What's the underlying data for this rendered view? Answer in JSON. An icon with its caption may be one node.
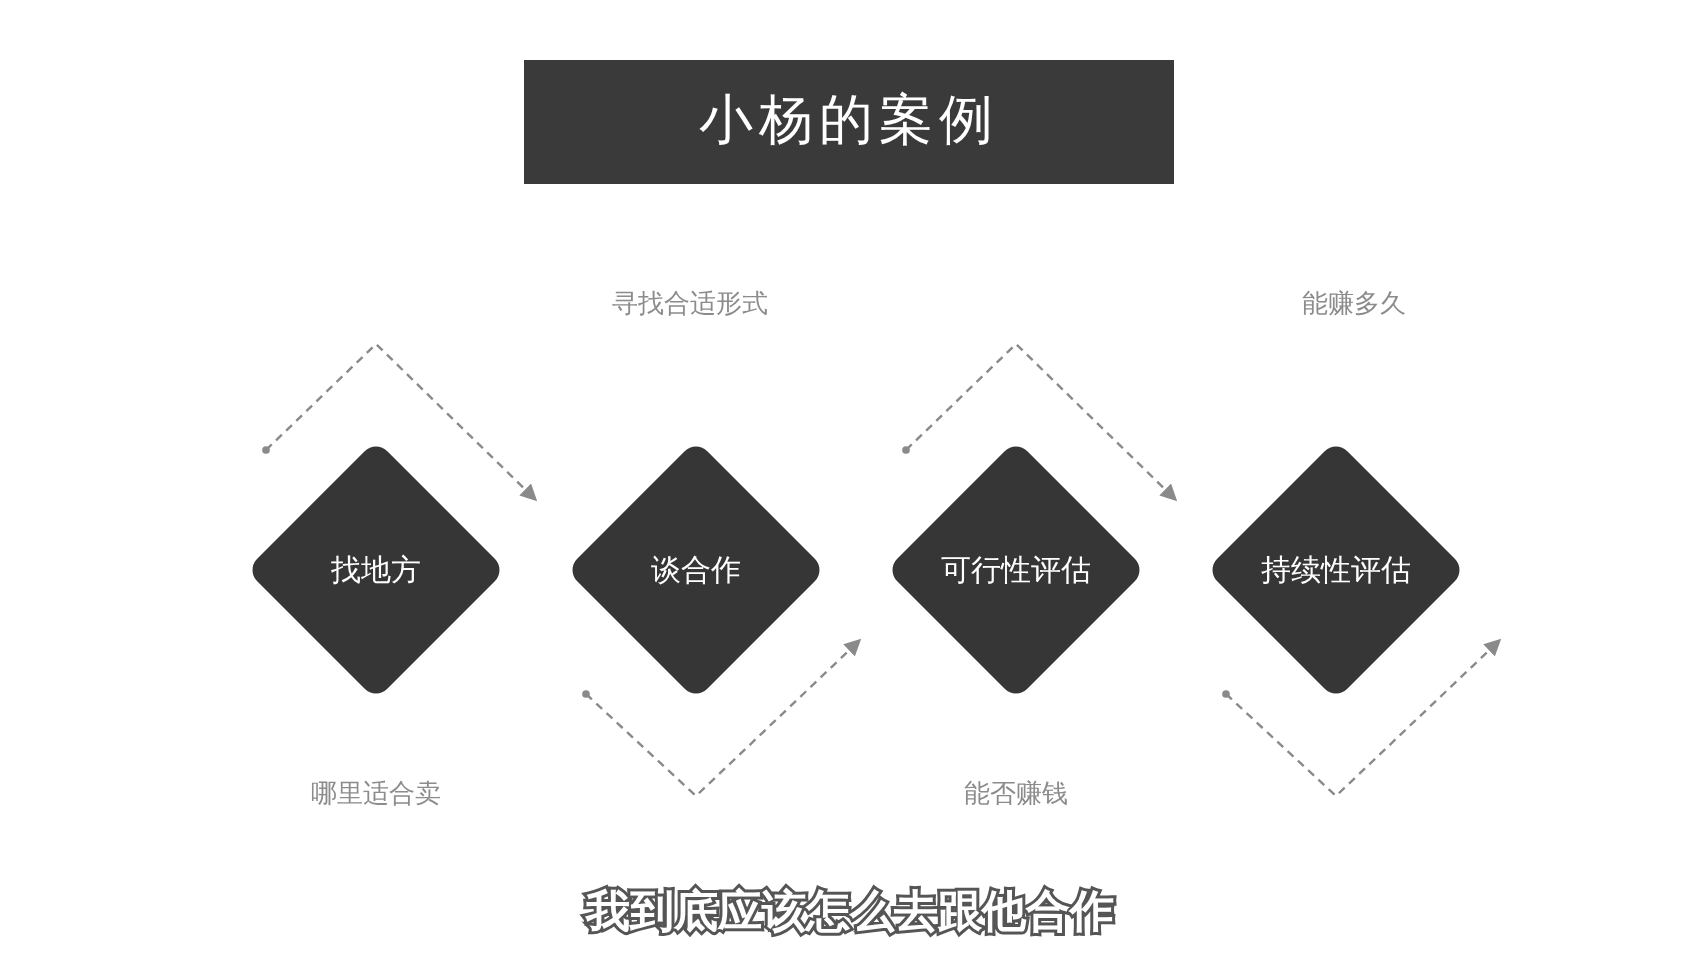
{
  "diagram": {
    "title": "小杨的案例",
    "caption": "我到底应该怎么去跟他合作",
    "nodes": [
      {
        "text": [
          "找地方"
        ]
      },
      {
        "text": [
          "谈合作"
        ]
      },
      {
        "text": [
          "可行性评估"
        ]
      },
      {
        "text": [
          "持续性评估"
        ]
      }
    ],
    "labels": [
      "寻找合适形式",
      "能赚多久",
      "哪里适合卖",
      "能否赚钱"
    ],
    "edges": [
      {
        "from": 0,
        "to": 1,
        "arrow": "to",
        "style": "dashed"
      },
      {
        "from": 1,
        "to": 2,
        "arrow": "to",
        "style": "dashed"
      },
      {
        "from": 2,
        "to": 3,
        "arrow": "to",
        "style": "dashed"
      },
      {
        "from": 3,
        "to": null,
        "arrow": "to",
        "style": "dashed"
      }
    ]
  }
}
